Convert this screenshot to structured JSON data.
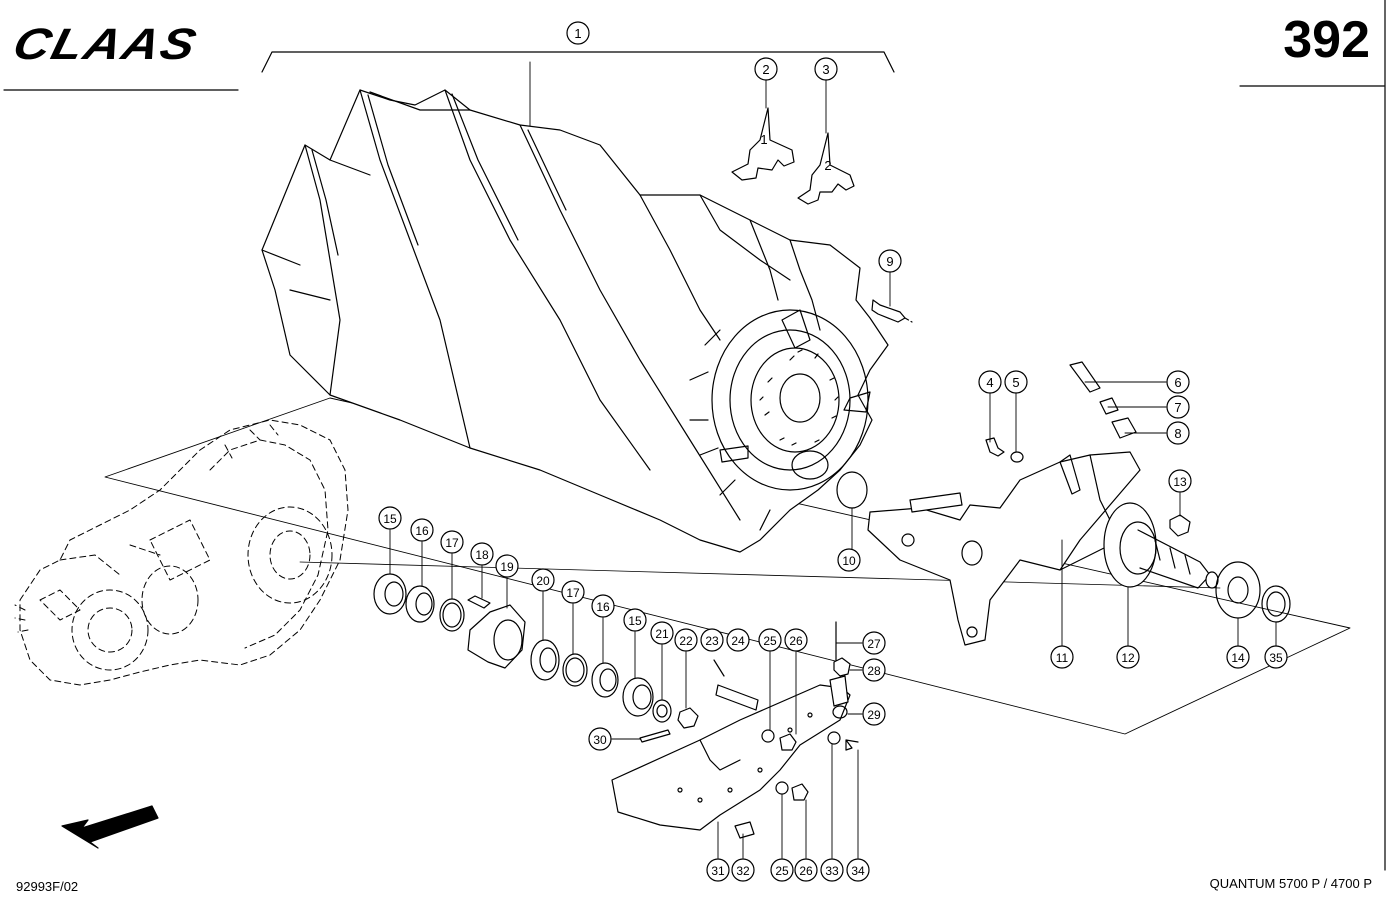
{
  "header": {
    "brand": "CLAAS",
    "page_number": "392"
  },
  "footer": {
    "drawing_code": "92993F/02",
    "model": "QUANTUM 5700 P / 4700 P"
  },
  "part_marks": {
    "2": "1",
    "3": "2"
  },
  "callouts": [
    {
      "id": "c1",
      "label": "1"
    },
    {
      "id": "c2",
      "label": "2"
    },
    {
      "id": "c3",
      "label": "3"
    },
    {
      "id": "c4",
      "label": "4"
    },
    {
      "id": "c5",
      "label": "5"
    },
    {
      "id": "c6",
      "label": "6"
    },
    {
      "id": "c7",
      "label": "7"
    },
    {
      "id": "c8",
      "label": "8"
    },
    {
      "id": "c9",
      "label": "9"
    },
    {
      "id": "c10",
      "label": "10"
    },
    {
      "id": "c11",
      "label": "11"
    },
    {
      "id": "c12",
      "label": "12"
    },
    {
      "id": "c13",
      "label": "13"
    },
    {
      "id": "c14",
      "label": "14"
    },
    {
      "id": "c35",
      "label": "35"
    },
    {
      "id": "c15a",
      "label": "15"
    },
    {
      "id": "c16a",
      "label": "16"
    },
    {
      "id": "c17a",
      "label": "17"
    },
    {
      "id": "c18",
      "label": "18"
    },
    {
      "id": "c19",
      "label": "19"
    },
    {
      "id": "c20",
      "label": "20"
    },
    {
      "id": "c17b",
      "label": "17"
    },
    {
      "id": "c16b",
      "label": "16"
    },
    {
      "id": "c15b",
      "label": "15"
    },
    {
      "id": "c21",
      "label": "21"
    },
    {
      "id": "c22",
      "label": "22"
    },
    {
      "id": "c23",
      "label": "23"
    },
    {
      "id": "c24",
      "label": "24"
    },
    {
      "id": "c25a",
      "label": "25"
    },
    {
      "id": "c26a",
      "label": "26"
    },
    {
      "id": "c27",
      "label": "27"
    },
    {
      "id": "c28",
      "label": "28"
    },
    {
      "id": "c29",
      "label": "29"
    },
    {
      "id": "c30",
      "label": "30"
    },
    {
      "id": "c31",
      "label": "31"
    },
    {
      "id": "c32",
      "label": "32"
    },
    {
      "id": "c25b",
      "label": "25"
    },
    {
      "id": "c26b",
      "label": "26"
    },
    {
      "id": "c33",
      "label": "33"
    },
    {
      "id": "c34",
      "label": "34"
    }
  ]
}
